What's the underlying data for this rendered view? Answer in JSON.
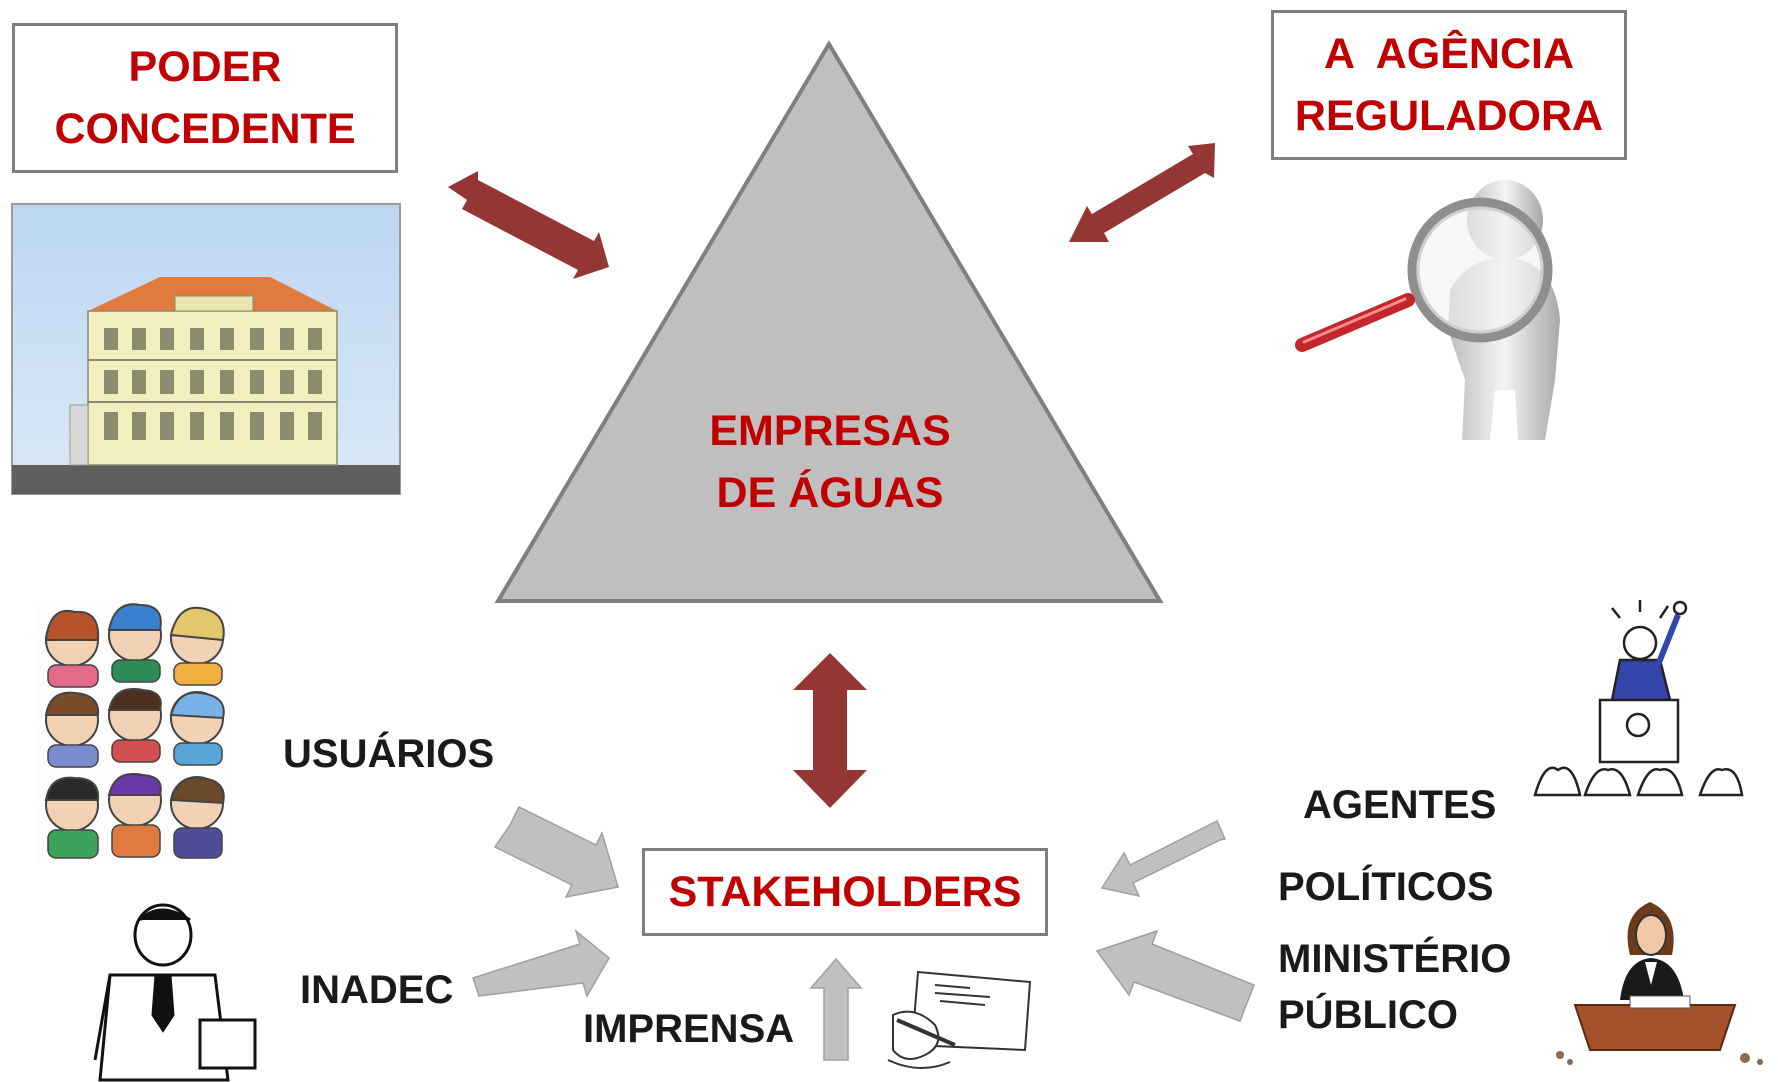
{
  "top_left_box": {
    "line1": "PODER",
    "line2": "CONCEDENTE"
  },
  "top_right_box": {
    "line1": "A  AGÊNCIA",
    "line2": "REGULADORA"
  },
  "triangle": {
    "line1": "EMPRESAS",
    "line2": "DE ÁGUAS"
  },
  "stakeholders_box": {
    "label": "STAKEHOLDERS"
  },
  "labels": {
    "usuarios": "USUÁRIOS",
    "inadec": "INADEC",
    "imprensa": "IMPRENSA",
    "agentes": "AGENTES",
    "politicos": "POLÍTICOS",
    "ministerio": "MINISTÉRIO",
    "publico": "PÚBLICO"
  },
  "colors": {
    "title_red": "#c00000",
    "arrow_red": "#943634",
    "arrow_gray": "#c0c0c0",
    "triangle_fill": "#bfbfbf",
    "box_border": "#7f7f7f"
  },
  "icons": [
    "government-building-icon",
    "magnifier-person-icon",
    "users-crowd-icon",
    "person-with-tie-icon",
    "press-drawing-hand-icon",
    "politician-speaker-icon",
    "prosecutor-desk-icon"
  ]
}
